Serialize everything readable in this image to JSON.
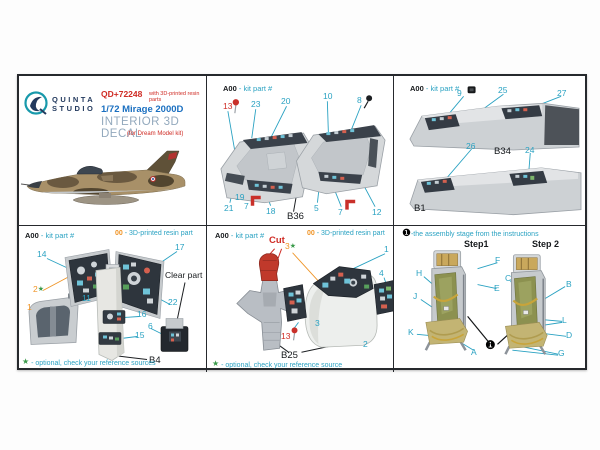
{
  "branding": {
    "logo_word1": "QUINTA",
    "logo_word2": "STUDIO",
    "code": "QD+72248",
    "code_note": "with 3D-printed resin parts",
    "title": "1/72 Mirage 2000D",
    "subtitle": "INTERIOR 3D DECAL",
    "kit_note": "(for Dream Model kit)"
  },
  "legend": {
    "kit_code": "A00",
    "kit_suffix": "- kit part #",
    "resin_code": "00",
    "resin_suffix": "- 3D-printed resin part",
    "optional_left": "- optional, check your reference sources",
    "optional_mid": "- optional, check your reference source",
    "assembly_badge": "❶",
    "assembly_note": "-the assembly stage from the instructions",
    "star": "★"
  },
  "p_top_mid": {
    "nums": [
      "13",
      "23",
      "20",
      "10",
      "8",
      "21",
      "19",
      "7",
      "18",
      "5",
      "7",
      "12"
    ],
    "part": "B36"
  },
  "p_top_right": {
    "nums": [
      "9",
      "25",
      "27",
      "26",
      "24"
    ],
    "part_top": "B34",
    "part_bottom": "B1"
  },
  "p_bot_left": {
    "nums": [
      "14",
      "17",
      "2",
      "11",
      "22",
      "16",
      "1",
      "15",
      "6"
    ],
    "clear_part": "Clear part",
    "part": "B4"
  },
  "p_bot_mid": {
    "cut": "Cut",
    "nums": [
      "3",
      "3",
      "13",
      "2",
      "1",
      "4"
    ],
    "part": "B25"
  },
  "p_bot_right": {
    "step1": "Step1",
    "step2": "Step 2",
    "seat1": [
      "F",
      "E",
      "H",
      "J",
      "K",
      "A"
    ],
    "seat2": [
      "C",
      "B",
      "L",
      "D",
      "G"
    ],
    "badge": "❶"
  },
  "colors": {
    "accent_cyan": "#2aa2c2",
    "accent_orange": "#ef9426",
    "accent_red": "#cf2b24",
    "title_blue": "#1a6fc0",
    "subtitle_gray": "#93a9bd",
    "logo_navy": "#233a5e",
    "logo_teal": "#1899ab",
    "star_green": "#3a9a4a"
  }
}
